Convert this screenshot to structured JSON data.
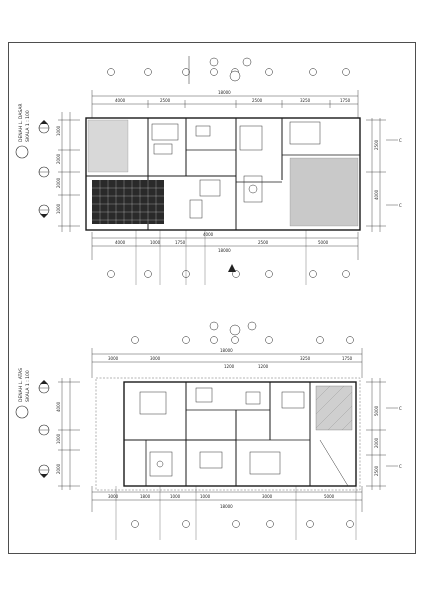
{
  "sheet": {
    "colors": {
      "line": "#222222",
      "hatch": "#555555",
      "dark": "#1a1a1a",
      "paper": "#ffffff"
    }
  },
  "plan_upper": {
    "title": "DENAH L. DASAR",
    "scale": "SKALA 1 : 100",
    "total_width": "18000",
    "top_dims": [
      "4000",
      "2500",
      "2500",
      "3250",
      "1750"
    ],
    "bottom_dims": [
      "4000",
      "1000",
      "1750",
      "4000",
      "2500",
      "5000"
    ],
    "left_dims": [
      "1000",
      "2000",
      "2000",
      "1000"
    ],
    "right_dims": [
      "2500",
      "4000"
    ],
    "cut_markers": [
      "C",
      "C"
    ]
  },
  "plan_lower": {
    "title": "DENAH L. ATAS",
    "scale": "SKALA 1 : 100",
    "total_width": "18000",
    "top_dims": [
      "3000",
      "3000",
      "1200",
      "1200",
      "3250",
      "1750"
    ],
    "bottom_dims": [
      "3000",
      "1800",
      "1000",
      "1000",
      "3000",
      "5000"
    ],
    "left_dims": [
      "4000",
      "1000",
      "2000"
    ],
    "right_dims": [
      "5000",
      "2000",
      "2500"
    ],
    "cut_markers": [
      "C",
      "C"
    ]
  },
  "icons": [
    "section-bubble-icon",
    "grid-bubble-icon",
    "north-arrow-icon"
  ]
}
